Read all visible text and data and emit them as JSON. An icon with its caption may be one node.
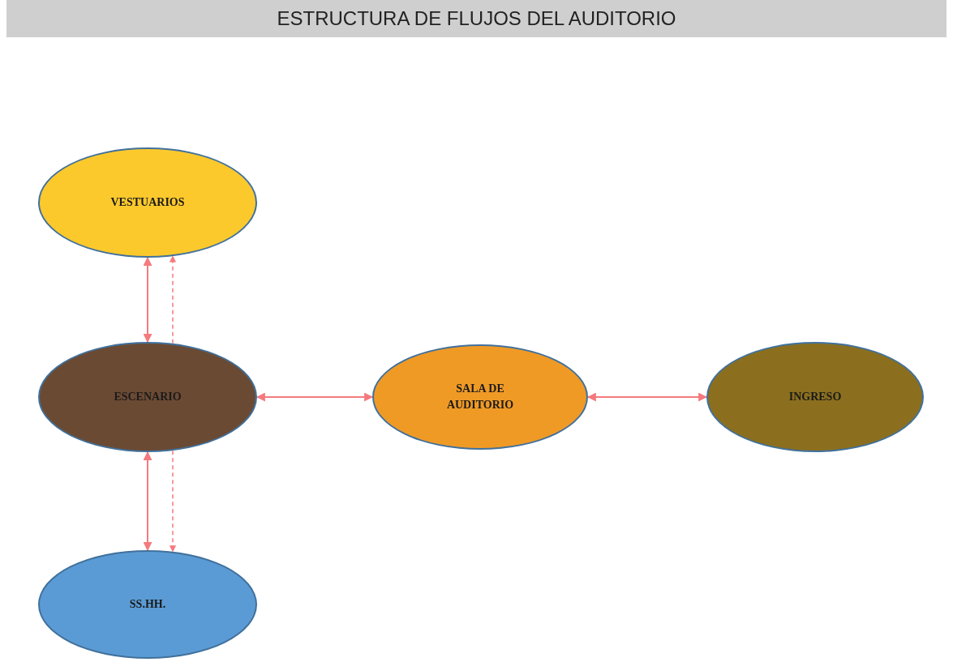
{
  "diagram": {
    "title": "ESTRUCTURA DE FLUJOS DEL AUDITORIO",
    "nodes": [
      {
        "text": [
          "VESTUARIOS"
        ]
      },
      {
        "text": [
          "ESCENARIO"
        ]
      },
      {
        "text": [
          "SS.HH."
        ]
      },
      {
        "text": [
          "SALA DE AUDITORIO"
        ]
      },
      {
        "text": [
          "INGRESO"
        ]
      }
    ],
    "edges": [
      {
        "from": 0,
        "to": 1,
        "arrow": "both"
      },
      {
        "from": 1,
        "to": 2,
        "arrow": "both"
      },
      {
        "from": 1,
        "to": 0,
        "arrow": "to",
        "style": "dashed"
      },
      {
        "from": 1,
        "to": 2,
        "arrow": "to",
        "style": "dashed"
      },
      {
        "from": 1,
        "to": 3,
        "arrow": "both"
      },
      {
        "from": 3,
        "to": 4,
        "arrow": "both"
      }
    ]
  }
}
